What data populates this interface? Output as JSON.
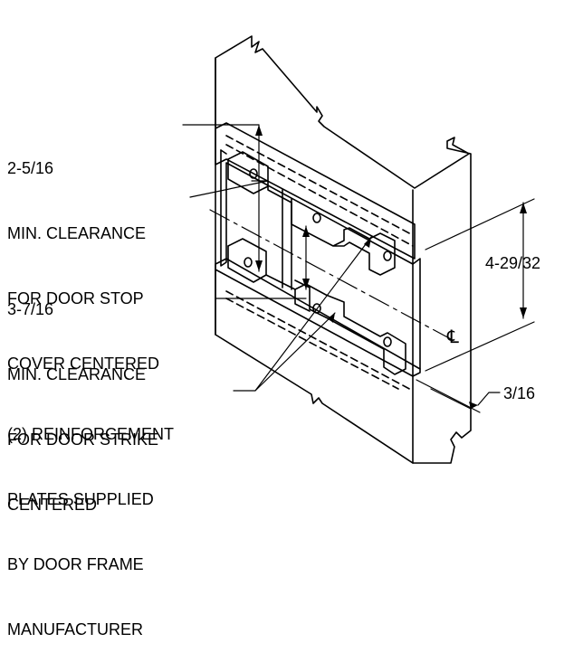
{
  "drawing": {
    "callout_stop_cover": {
      "line1": "2-5/16",
      "line2": "MIN. CLEARANCE",
      "line3": "FOR DOOR STOP",
      "line4": "COVER CENTERED"
    },
    "callout_strike": {
      "line1": "3-7/16",
      "line2": "MIN. CLEARANCE",
      "line3": "FOR DOOR STRIKE",
      "line4": "CENTERED"
    },
    "callout_plates": {
      "line1": "(2) REINFORCEMENT",
      "line2": "PLATES SUPPLIED",
      "line3": "BY DOOR FRAME",
      "line4": "MANUFACTURER"
    },
    "dim_height": "4-29/32",
    "dim_thickness": "3/16",
    "centerline_symbol": "℄"
  }
}
